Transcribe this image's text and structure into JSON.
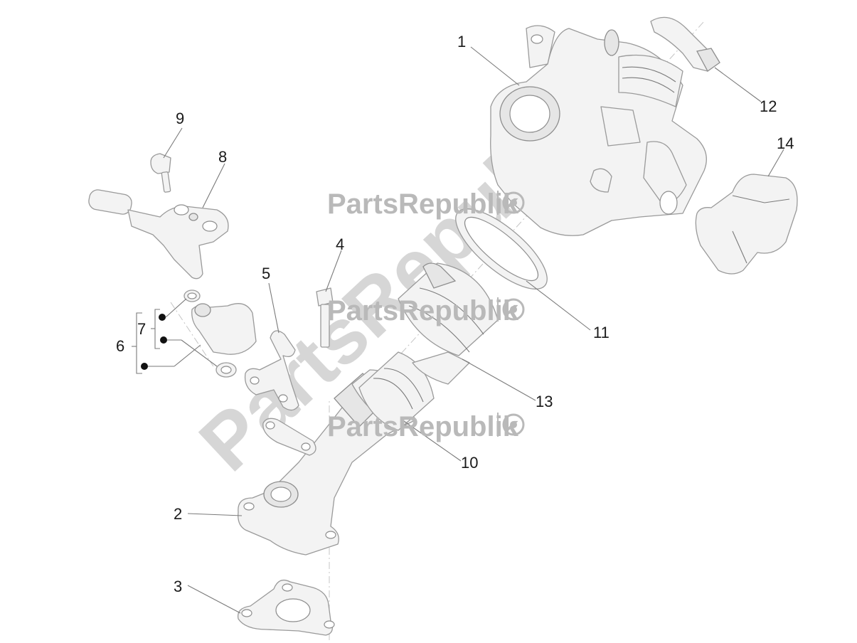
{
  "diagram": {
    "watermark": {
      "brand": "PartsRepublik",
      "brand_large": "PartsRepublik"
    },
    "callouts": [
      {
        "id": "1",
        "label": "1"
      },
      {
        "id": "2",
        "label": "2"
      },
      {
        "id": "3",
        "label": "3"
      },
      {
        "id": "4",
        "label": "4"
      },
      {
        "id": "5",
        "label": "5"
      },
      {
        "id": "6",
        "label": "6"
      },
      {
        "id": "7",
        "label": "7"
      },
      {
        "id": "8",
        "label": "8"
      },
      {
        "id": "9",
        "label": "9"
      },
      {
        "id": "10",
        "label": "10"
      },
      {
        "id": "11",
        "label": "11"
      },
      {
        "id": "12",
        "label": "12"
      },
      {
        "id": "13",
        "label": "13"
      },
      {
        "id": "14",
        "label": "14"
      }
    ],
    "colors": {
      "line": "#9a9a9a",
      "fill": "#f3f3f3",
      "watermark": "#b9b9b9",
      "text": "#1a1a1a"
    }
  }
}
